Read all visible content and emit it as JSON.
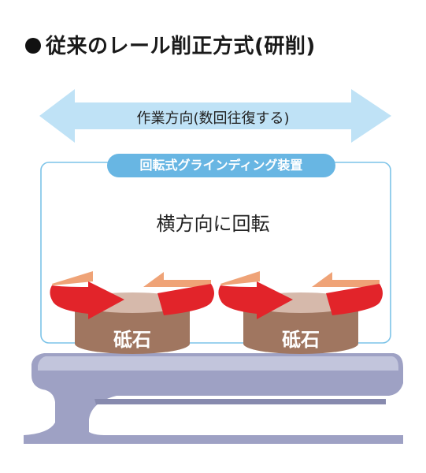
{
  "title": "従来のレール削正方式(研削)",
  "work_direction_label": "作業方向(数回往復する)",
  "device_label": "回転式グラインディング装置",
  "rotation_label": "横方向に回転",
  "stones": [
    {
      "label": "砥石"
    },
    {
      "label": "砥石"
    }
  ],
  "colors": {
    "arrow_light_blue": "#bfe2f6",
    "device_blue": "#68b6e3",
    "stone_brown": "#a07660",
    "rotate_red": "#e2242a",
    "rotate_orange": "#efa377",
    "rail_gray": "#9ea1c4"
  }
}
